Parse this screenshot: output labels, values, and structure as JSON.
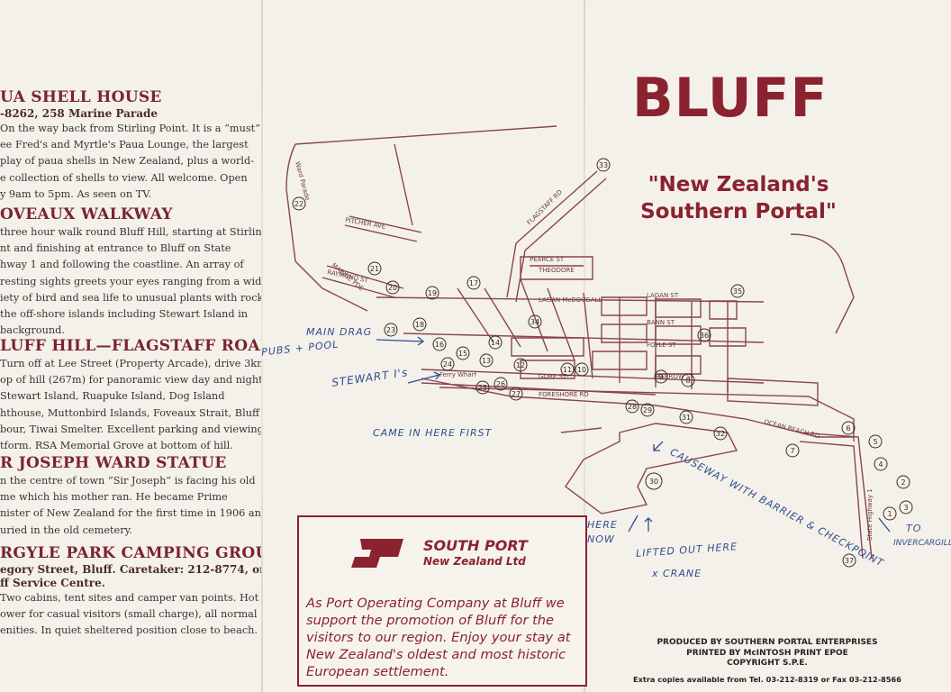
{
  "sections": [
    {
      "title": "UA SHELL HOUSE",
      "sub": "-8262, 258 Marine Parade",
      "lines": [
        "On the way back from Stirling Point. It is a “must”",
        "ee Fred's and Myrtle's Paua Lounge, the largest",
        "play of paua shells in New Zealand, plus a world-",
        "e collection of shells to view. All welcome. Open",
        "y 9am to 5pm. As seen on TV."
      ]
    },
    {
      "title": "OVEAUX WALKWAY",
      "sub": "",
      "lines": [
        "three hour walk round Bluff Hill, starting at Stirling",
        "nt and finishing at entrance to Bluff on State",
        "hway 1 and following the coastline. An array of",
        "resting sights greets your eyes ranging from a wide",
        "iety of bird and sea life to unusual plants with rocks",
        "the off-shore islands including Stewart Island in",
        "background."
      ]
    },
    {
      "title": "LUFF HILL—FLAGSTAFF ROAD",
      "sub": "",
      "lines": [
        "Turn off at Lee Street (Property Arcade), drive 3km",
        "op of hill (267m) for panoramic view day and night.",
        "Stewart Island, Ruapuke Island, Dog Island",
        "hthouse, Muttonbird Islands, Foveaux Strait, Bluff",
        "bour, Tiwai Smelter. Excellent parking and viewing",
        "tform. RSA Memorial Grove at bottom of hill."
      ]
    },
    {
      "title": "R JOSEPH WARD STATUE",
      "sub": "",
      "lines": [
        "n the centre of town “Sir Joseph” is facing his old",
        "me which his mother ran. He became Prime",
        "nister of New Zealand for the first time in 1906 and",
        "uried in the old cemetery."
      ]
    },
    {
      "title": "RGYLE PARK CAMPING GROUND",
      "sub": "egory Street, Bluff. Caretaker: 212-8774, or",
      "sub2": "ff Service Centre.",
      "lines": [
        "Two cabins, tent sites and camper van points. Hot",
        "ower for casual visitors (small charge), all normal",
        "enities. In quiet sheltered position close to beach."
      ]
    }
  ],
  "title": "BLUFF",
  "tagline": [
    "\"New Zealand's",
    "Southern Portal\""
  ],
  "ad": {
    "name": "SOUTH PORT",
    "sub": "New Zealand Ltd",
    "text": [
      "As Port Operating Company at Bluff we",
      "support the promotion of Bluff for the",
      "visitors to our region. Enjoy your stay at",
      "New Zealand's oldest and most historic",
      "European settlement."
    ]
  },
  "credits": [
    "PRODUCED BY SOUTHERN PORTAL ENTERPRISES",
    "PRINTED BY McINTOSH PRINT EPOE",
    "COPYRIGHT S.P.E.",
    "Extra copies available from Tel. 03-212-8319 or Fax 03-212-8566"
  ],
  "streets": {
    "ward_parade": "Ward Parade",
    "pitcher": "PITCHER AVE",
    "raymond": "RAYMOND ST",
    "marine": "MARINE PDE",
    "flagstaff": "FLAGSTAFF RD",
    "pearce": "PEARCE ST",
    "theodore": "THEODORE",
    "lagan": "LAGAN ST",
    "mcdougall": "LAGAN McDOUGALL",
    "bann": "BANN ST",
    "foyle": "FOYLE ST",
    "barrow": "BARROW ST",
    "gore": "GORE ST",
    "foreshore": "FORESHORE RD",
    "ocean_beach": "OCEAN BEACH RD",
    "sh1": "State Highway 1",
    "ferry_wharf": "Ferry Wharf"
  },
  "markers": [
    "1",
    "2",
    "3",
    "4",
    "5",
    "6",
    "7",
    "8",
    "9",
    "10",
    "11",
    "12",
    "13",
    "14",
    "15",
    "16",
    "17",
    "18",
    "19",
    "20",
    "21",
    "22",
    "23",
    "24",
    "25",
    "26",
    "27",
    "28",
    "29",
    "30",
    "31",
    "32",
    "33",
    "34",
    "35",
    "36",
    "37"
  ],
  "notes": {
    "main_drag": "MAIN DRAG",
    "pubs": "PUBS + POOL",
    "stewarts": "STEWART I's",
    "came_here": "CAME IN HERE FIRST",
    "causeway": "CAUSEWAY WITH BARRIER & CHECKPOINT",
    "here_now": "HERE",
    "here_now2": "NOW",
    "lifted": "LIFTED OUT HERE",
    "crane": "x CRANE",
    "to_inv": "TO",
    "inv": "INVERCARGILL"
  },
  "colors": {
    "brand": "#8a2230",
    "ink": "#2e4e8e",
    "map_line": "#8a4450"
  }
}
